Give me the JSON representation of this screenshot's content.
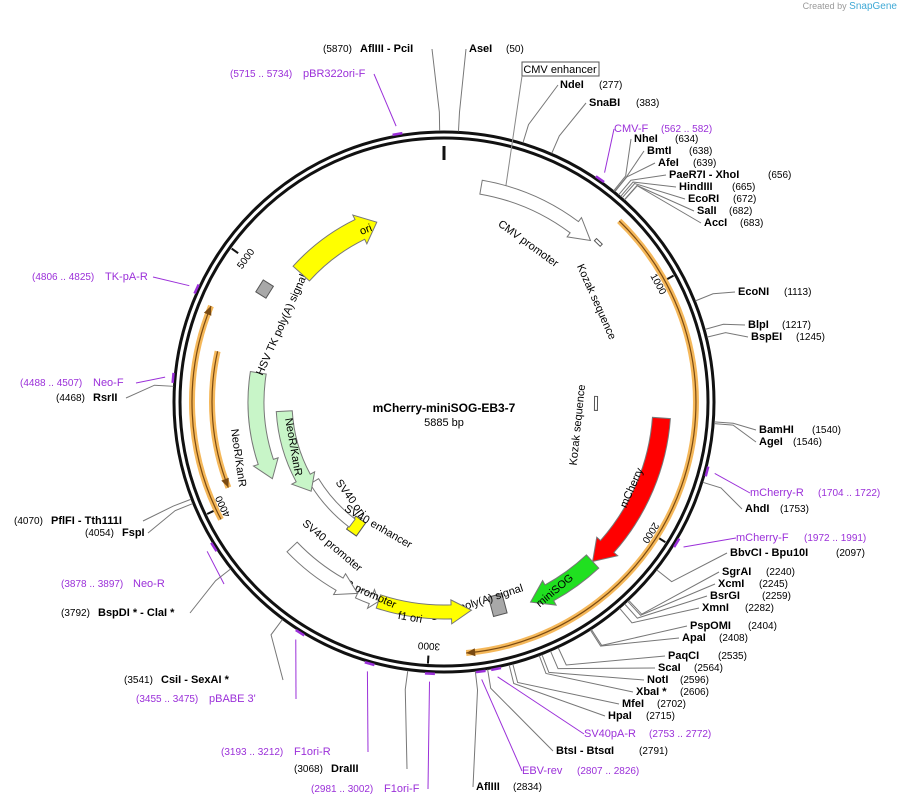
{
  "watermark": {
    "prefix": "Created by",
    "brand": "SnapGene"
  },
  "plasmid": {
    "name": "mCherry-miniSOG-EB3-7",
    "size_label": "5885 bp",
    "length": 5885
  },
  "ticks": [
    "1000",
    "2000",
    "3000",
    "4000",
    "5000"
  ],
  "sites": [
    {
      "name": "AflIII  - PciI",
      "pos": "(5870)"
    },
    {
      "name": "AseI",
      "pos": "(50)"
    },
    {
      "name": "NdeI",
      "pos": "(277)"
    },
    {
      "name": "SnaBI",
      "pos": "(383)"
    },
    {
      "name": "NheI",
      "pos": "(634)"
    },
    {
      "name": "BmtI",
      "pos": "(638)"
    },
    {
      "name": "AfeI",
      "pos": "(639)"
    },
    {
      "name": "PaeR7I  - XhoI",
      "pos": "(656)"
    },
    {
      "name": "HindIII",
      "pos": "(665)"
    },
    {
      "name": "EcoRI",
      "pos": "(672)"
    },
    {
      "name": "SalI",
      "pos": "(682)"
    },
    {
      "name": "AccI",
      "pos": "(683)"
    },
    {
      "name": "EcoNI",
      "pos": "(1113)"
    },
    {
      "name": "BlpI",
      "pos": "(1217)"
    },
    {
      "name": "BspEI",
      "pos": "(1245)"
    },
    {
      "name": "BamHI",
      "pos": "(1540)"
    },
    {
      "name": "AgeI",
      "pos": "(1546)"
    },
    {
      "name": "AhdI",
      "pos": "(1753)"
    },
    {
      "name": "BbvCI  - Bpu10I",
      "pos": "(2097)"
    },
    {
      "name": "SgrAI",
      "pos": "(2240)"
    },
    {
      "name": "XcmI",
      "pos": "(2245)"
    },
    {
      "name": "BsrGI",
      "pos": "(2259)"
    },
    {
      "name": "XmnI",
      "pos": "(2282)"
    },
    {
      "name": "PspOMI",
      "pos": "(2404)"
    },
    {
      "name": "ApaI",
      "pos": "(2408)"
    },
    {
      "name": "PaqCI",
      "pos": "(2535)"
    },
    {
      "name": "ScaI",
      "pos": "(2564)"
    },
    {
      "name": "NotI",
      "pos": "(2596)"
    },
    {
      "name": "XbaI *",
      "pos": "(2606)"
    },
    {
      "name": "MfeI",
      "pos": "(2702)"
    },
    {
      "name": "HpaI",
      "pos": "(2715)"
    },
    {
      "name": "BtsI  - BtsαI",
      "pos": "(2791)"
    },
    {
      "name": "AflIII",
      "pos": "(2834)"
    },
    {
      "name": "DraIII",
      "pos": "(3068)"
    },
    {
      "name": "CsiI  - SexAI *",
      "pos": "(3541)"
    },
    {
      "name": "BspDI *  - ClaI *",
      "pos": "(3792)"
    },
    {
      "name": "FspI",
      "pos": "(4054)"
    },
    {
      "name": "PflFI  - Tth111I",
      "pos": "(4070)"
    },
    {
      "name": "RsrII",
      "pos": "(4468)"
    }
  ],
  "primers": [
    {
      "name": "pBR322ori-F",
      "range": "(5715 .. 5734)"
    },
    {
      "name": "CMV-F",
      "range": "(562 .. 582)"
    },
    {
      "name": "mCherry-R",
      "range": "(1704 .. 1722)"
    },
    {
      "name": "mCherry-F",
      "range": "(1972 .. 1991)"
    },
    {
      "name": "SV40pA-R",
      "range": "(2753 .. 2772)"
    },
    {
      "name": "EBV-rev",
      "range": "(2807 .. 2826)"
    },
    {
      "name": "F1ori-F",
      "range": "(2981 .. 3002)"
    },
    {
      "name": "F1ori-R",
      "range": "(3193 .. 3212)"
    },
    {
      "name": "pBABE 3'",
      "range": "(3455 .. 3475)"
    },
    {
      "name": "Neo-R",
      "range": "(3878 .. 3897)"
    },
    {
      "name": "Neo-F",
      "range": "(4488 .. 4507)"
    },
    {
      "name": "TK-pA-R",
      "range": "(4806 .. 4825)"
    }
  ],
  "features": [
    {
      "name": "CMV enhancer",
      "color": "#ffffff"
    },
    {
      "name": "CMV promoter",
      "color": "#ffffff"
    },
    {
      "name": "Kozak sequence",
      "color": "#ffffff"
    },
    {
      "name": "Kozak sequence",
      "color": "#ffffff"
    },
    {
      "name": "mCherry",
      "color": "#ff0000"
    },
    {
      "name": "miniSOG",
      "color": "#20e020"
    },
    {
      "name": "SV40 poly(A) signal",
      "color": "#a8a8a8"
    },
    {
      "name": "f1 ori",
      "color": "#ffff00"
    },
    {
      "name": "AmpR promoter",
      "color": "#ffffff"
    },
    {
      "name": "SV40 promoter",
      "color": "#ffffff"
    },
    {
      "name": "SV40 ori",
      "color": "#ffff00"
    },
    {
      "name": "SV40 enhancer",
      "color": "#ffffff"
    },
    {
      "name": "NeoR/KanR",
      "color": "#c8f5c8"
    },
    {
      "name": "NeoR/KanR",
      "color": "#c8f5c8"
    },
    {
      "name": "HSV TK poly(A) signal",
      "color": "#a8a8a8"
    },
    {
      "name": "ori",
      "color": "#ffff00"
    }
  ],
  "colors": {
    "primer": "#9b30d9",
    "orf": "#f5b85a",
    "orf_arrow": "#7a4a12",
    "backbone": "#111111"
  }
}
